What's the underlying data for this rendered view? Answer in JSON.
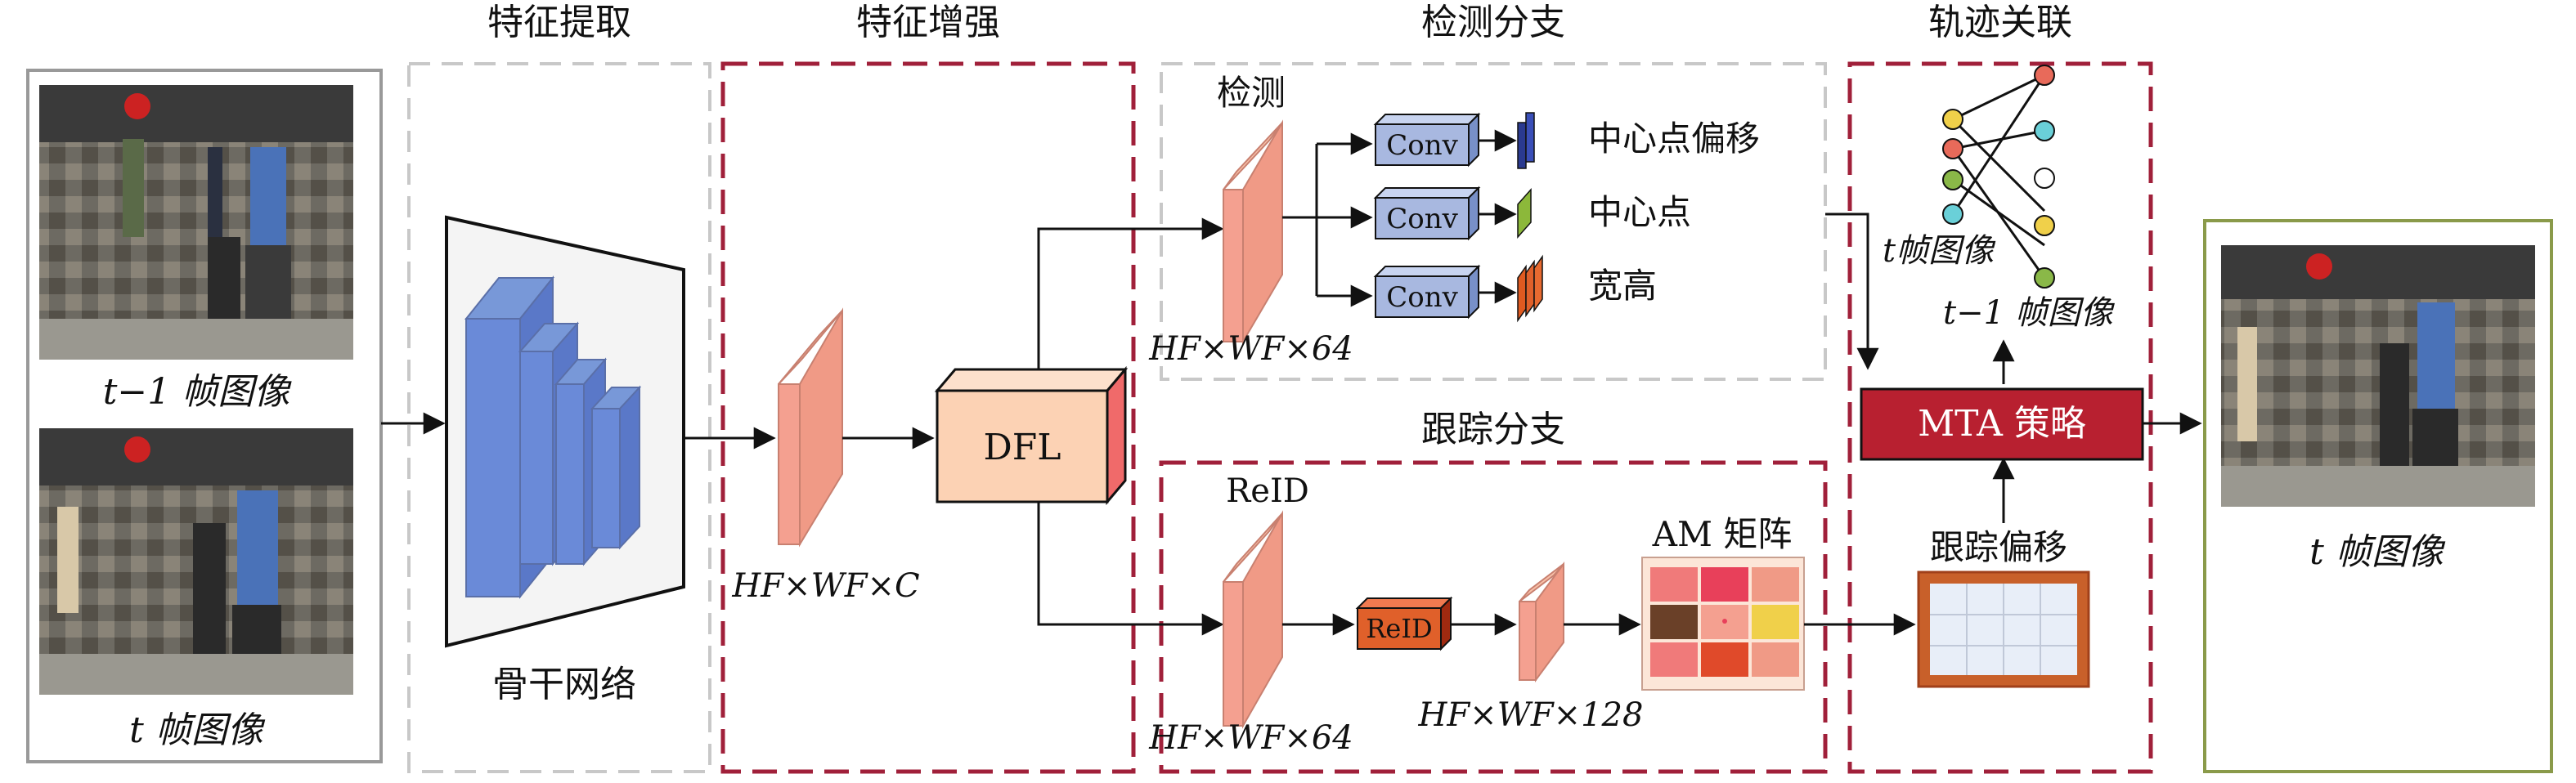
{
  "sections": {
    "feature_extraction": "特征提取",
    "feature_enhance": "特征增强",
    "detection_branch": "检测分支",
    "tracking_branch": "跟踪分支",
    "trajectory_assoc": "轨迹关联"
  },
  "input": {
    "frame_prev_label": "t−1 帧图像",
    "frame_cur_label": "t 帧图像"
  },
  "backbone": {
    "label": "骨干网络"
  },
  "enhance": {
    "feature_dims": "HF×WF×C",
    "module_label": "DFL"
  },
  "detection": {
    "label": "检测",
    "feature_dims": "HF×WF×64",
    "heads": [
      {
        "conv": "Conv",
        "output": "中心点偏移",
        "color": "#3a4fb8"
      },
      {
        "conv": "Conv",
        "output": "中心点",
        "color": "#8cb83a"
      },
      {
        "conv": "Conv",
        "output": "宽高",
        "color": "#e0602a"
      }
    ]
  },
  "tracking": {
    "reid_label": "ReID",
    "feature_dims": "HF×WF×64",
    "reid_module": "ReID",
    "embed_dims": "HF×WF×128",
    "am_label": "AM 矩阵",
    "offset_label": "跟踪偏移"
  },
  "association": {
    "frame_t_label": "t帧图像",
    "frame_prev_label": "t−1 帧图像",
    "strategy_label": "MTA 策略"
  },
  "output": {
    "frame_label": "t 帧图像"
  },
  "colors": {
    "dashed_red": "#a0203a",
    "dashed_grey": "#c8c8c8",
    "feature_map": "#f4a090",
    "conv_box": "#a8b8e0",
    "dfl_box": "#fcd2b4",
    "mta_box": "#b82030",
    "output_border": "#8a9a4a"
  }
}
